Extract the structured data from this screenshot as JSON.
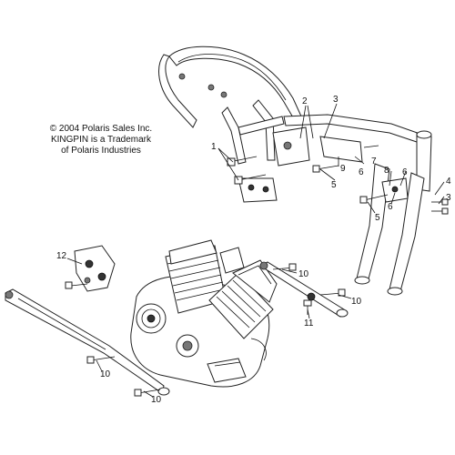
{
  "copyright": {
    "line1": "© 2004 Polaris Sales Inc.",
    "line2": "KINGPIN is a Trademark",
    "line3": "of Polaris Industries"
  },
  "callouts": [
    {
      "id": "c1",
      "label": "1"
    },
    {
      "id": "c2",
      "label": "2"
    },
    {
      "id": "c3a",
      "label": "3"
    },
    {
      "id": "c3b",
      "label": "3"
    },
    {
      "id": "c4",
      "label": "4"
    },
    {
      "id": "c5a",
      "label": "5"
    },
    {
      "id": "c5b",
      "label": "5"
    },
    {
      "id": "c6a",
      "label": "6"
    },
    {
      "id": "c6b",
      "label": "6"
    },
    {
      "id": "c6c",
      "label": "6"
    },
    {
      "id": "c7",
      "label": "7"
    },
    {
      "id": "c8",
      "label": "8"
    },
    {
      "id": "c9",
      "label": "9"
    },
    {
      "id": "c10a",
      "label": "10"
    },
    {
      "id": "c10b",
      "label": "10"
    },
    {
      "id": "c10c",
      "label": "10"
    },
    {
      "id": "c10d",
      "label": "10"
    },
    {
      "id": "c11",
      "label": "11"
    },
    {
      "id": "c12",
      "label": "12"
    }
  ]
}
